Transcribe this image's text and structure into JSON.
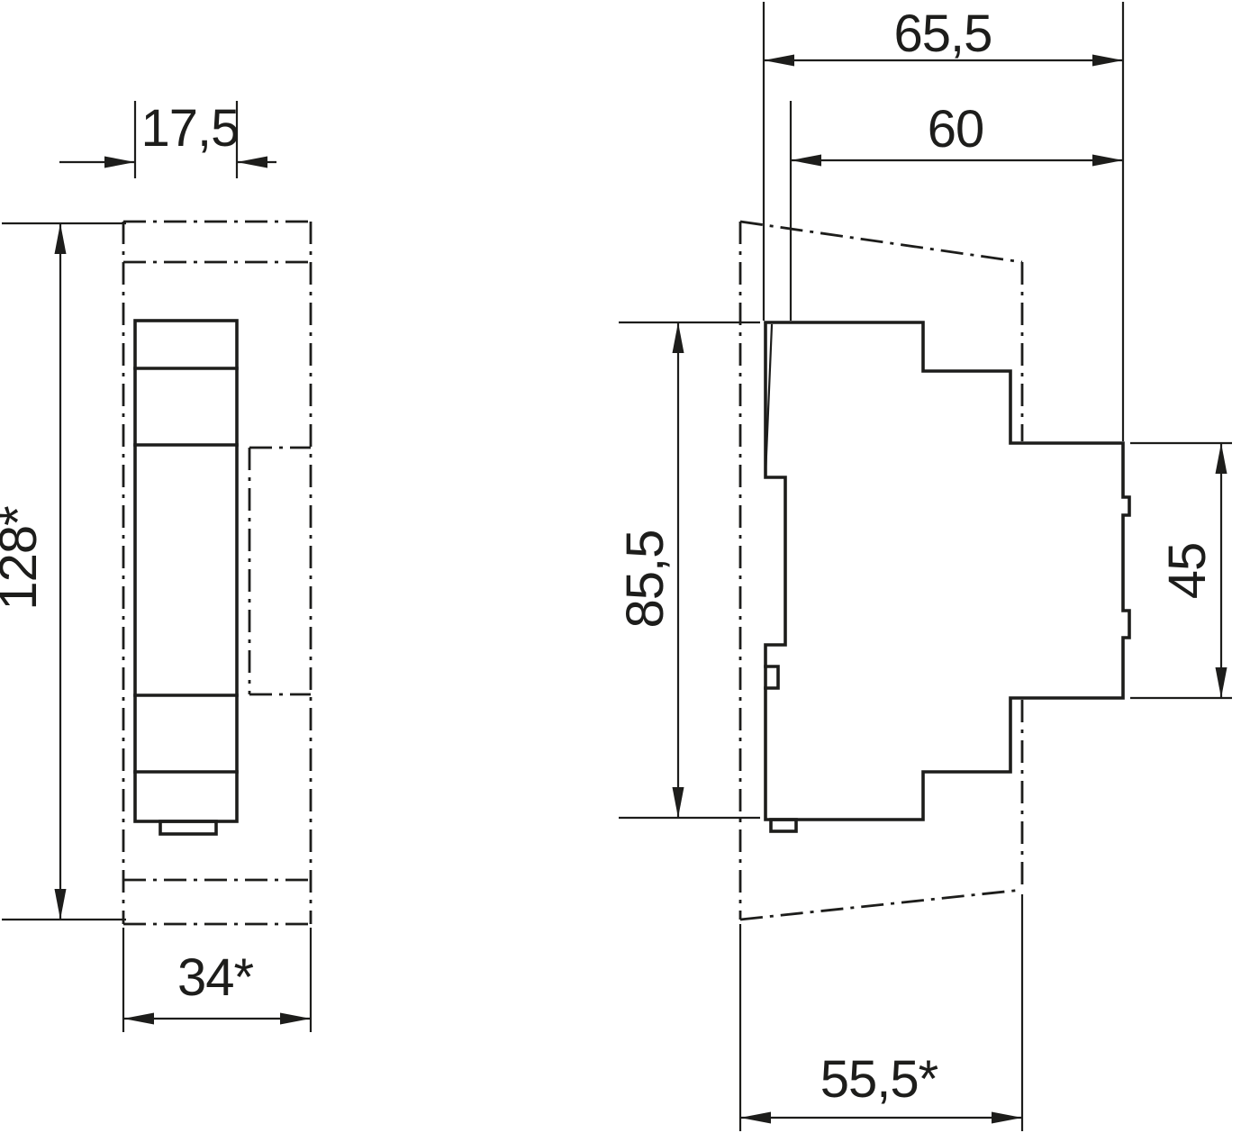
{
  "drawing": {
    "background_color": "#ffffff",
    "line_color": "#1d1d1b",
    "dimensions": {
      "module_width": "17,5",
      "total_height": "128*",
      "total_width": "34*",
      "total_depth": "65,5",
      "rail_to_front_depth": "60",
      "body_height": "85,5",
      "front_section_height": "45",
      "in_panel_depth": "55,5*"
    }
  }
}
